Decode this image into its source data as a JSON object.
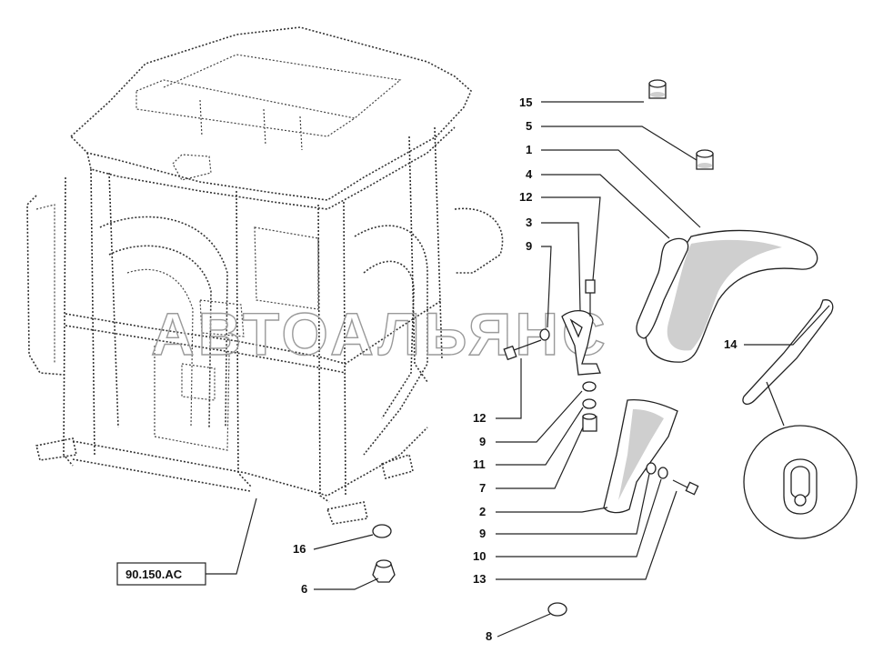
{
  "watermark": "АВТОАЛЬЯНС",
  "reference_label": "90.150.AC",
  "callouts": [
    {
      "key": "c15a",
      "text": "15"
    },
    {
      "key": "c5",
      "text": "5"
    },
    {
      "key": "c1",
      "text": "1"
    },
    {
      "key": "c4",
      "text": "4"
    },
    {
      "key": "c12a",
      "text": "12"
    },
    {
      "key": "c3",
      "text": "3"
    },
    {
      "key": "c9a",
      "text": "9"
    },
    {
      "key": "c14",
      "text": "14"
    },
    {
      "key": "c12b",
      "text": "12"
    },
    {
      "key": "c9b",
      "text": "9"
    },
    {
      "key": "c11",
      "text": "11"
    },
    {
      "key": "c7",
      "text": "7"
    },
    {
      "key": "c2",
      "text": "2"
    },
    {
      "key": "c9c",
      "text": "9"
    },
    {
      "key": "c10",
      "text": "10"
    },
    {
      "key": "c13",
      "text": "13"
    },
    {
      "key": "c16",
      "text": "16"
    },
    {
      "key": "c6",
      "text": "6"
    },
    {
      "key": "c8",
      "text": "8"
    }
  ]
}
